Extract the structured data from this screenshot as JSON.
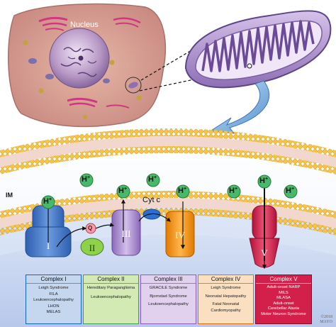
{
  "labels": {
    "nucleus": "Nucleus",
    "membrane_side": "IM",
    "cytochrome": "Cyt c",
    "proton": "H",
    "proton_charge": "+",
    "coenzyme": "Q"
  },
  "complex_numerals": [
    "I",
    "II",
    "III",
    "IV",
    "V"
  ],
  "complexes": [
    {
      "title": "Complex I",
      "color": "#1565c0",
      "fill": "#c5d6ef",
      "diseases": [
        "Leigh Syndrome",
        "FILA",
        "Leukoencephalopathy",
        "LHON",
        "MELAS"
      ]
    },
    {
      "title": "Complex II",
      "color": "#43a047",
      "fill": "#d4eab4",
      "diseases": [
        "Hereditary Paraganglioma",
        "Leukoencephalopathy"
      ]
    },
    {
      "title": "Complex III",
      "color": "#8e5bb5",
      "fill": "#e1d1ee",
      "diseases": [
        "GRACILE Syndrome",
        "Bjornstad Syndrome",
        "Leukoencephalopathy"
      ]
    },
    {
      "title": "Complex IV",
      "color": "#ef6c00",
      "fill": "#fadfc1",
      "diseases": [
        "Leigh Syndrome",
        "Neonatal Hepatopathy",
        "Fatal Neonatal Cardiomyopathy"
      ]
    },
    {
      "title": "Complex V",
      "color": "#b0123a",
      "fill": "#d2204a",
      "diseases": [
        "Adult-onset NARP",
        "MILS",
        "MLASA",
        "Adult-onset Cerebellar Ataxia",
        "Motor Neuron Syndrome"
      ]
    }
  ],
  "copyright": {
    "line1": "©2018",
    "line2": "MAYO"
  }
}
